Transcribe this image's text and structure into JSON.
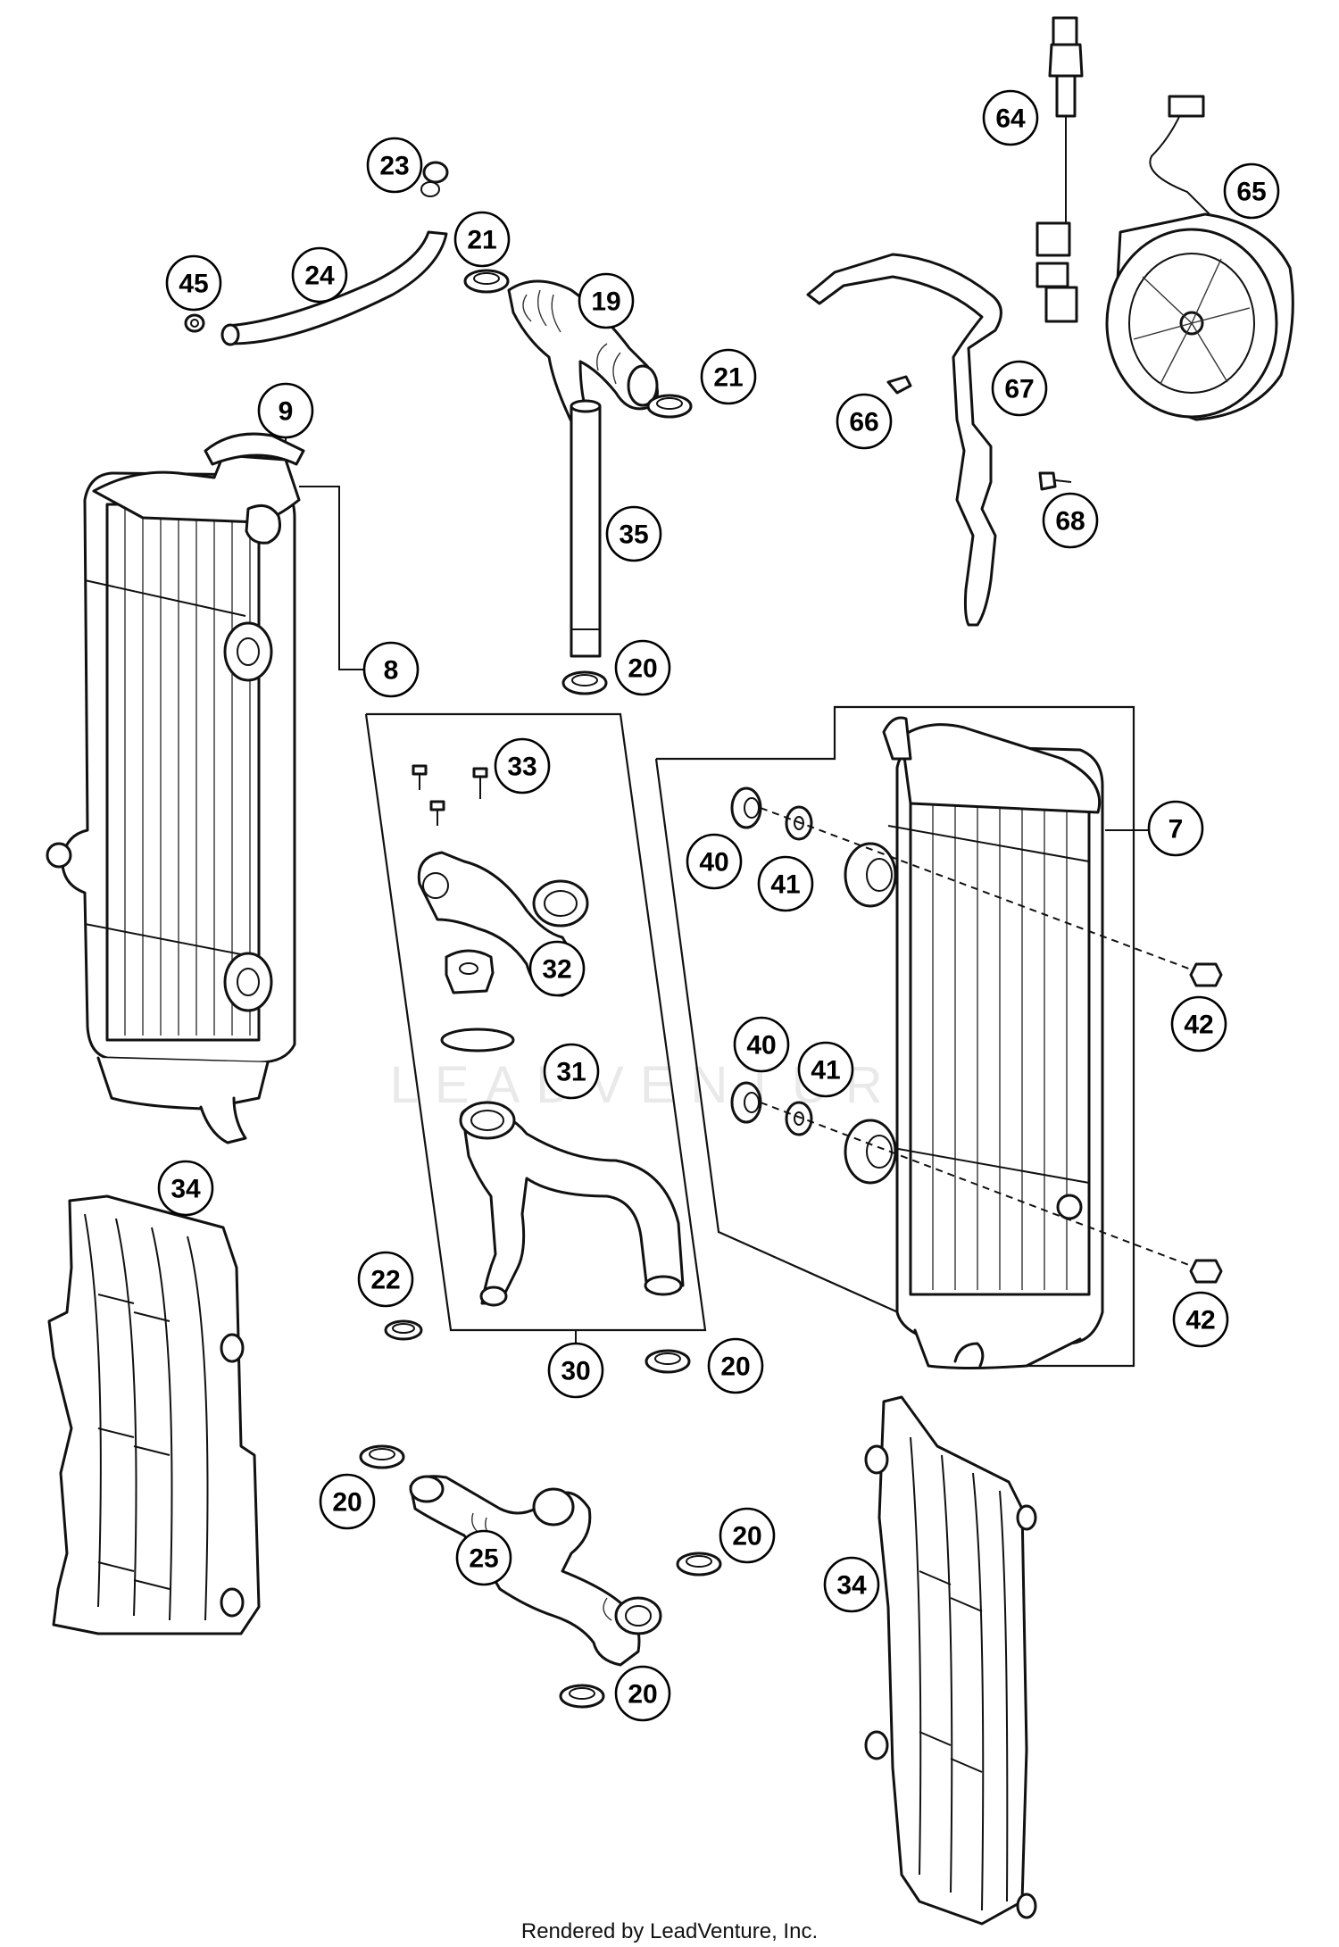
{
  "diagram": {
    "watermark": "LEADVENTURE",
    "footer": "Rendered by LeadVenture, Inc.",
    "callouts": [
      {
        "id": "c64",
        "label": "64"
      },
      {
        "id": "c65",
        "label": "65"
      },
      {
        "id": "c23",
        "label": "23"
      },
      {
        "id": "c21a",
        "label": "21"
      },
      {
        "id": "c45",
        "label": "45"
      },
      {
        "id": "c24",
        "label": "24"
      },
      {
        "id": "c19",
        "label": "19"
      },
      {
        "id": "c21b",
        "label": "21"
      },
      {
        "id": "c9",
        "label": "9"
      },
      {
        "id": "c66",
        "label": "66"
      },
      {
        "id": "c67",
        "label": "67"
      },
      {
        "id": "c68",
        "label": "68"
      },
      {
        "id": "c35",
        "label": "35"
      },
      {
        "id": "c8",
        "label": "8"
      },
      {
        "id": "c20a",
        "label": "20"
      },
      {
        "id": "c33",
        "label": "33"
      },
      {
        "id": "c7",
        "label": "7"
      },
      {
        "id": "c40a",
        "label": "40"
      },
      {
        "id": "c41a",
        "label": "41"
      },
      {
        "id": "c32",
        "label": "32"
      },
      {
        "id": "c42a",
        "label": "42"
      },
      {
        "id": "c40b",
        "label": "40"
      },
      {
        "id": "c41b",
        "label": "41"
      },
      {
        "id": "c31",
        "label": "31"
      },
      {
        "id": "c34a",
        "label": "34"
      },
      {
        "id": "c22",
        "label": "22"
      },
      {
        "id": "c42b",
        "label": "42"
      },
      {
        "id": "c30",
        "label": "30"
      },
      {
        "id": "c20b",
        "label": "20"
      },
      {
        "id": "c20c",
        "label": "20"
      },
      {
        "id": "c20d",
        "label": "20"
      },
      {
        "id": "c25",
        "label": "25"
      },
      {
        "id": "c34b",
        "label": "34"
      },
      {
        "id": "c20e",
        "label": "20"
      }
    ]
  }
}
